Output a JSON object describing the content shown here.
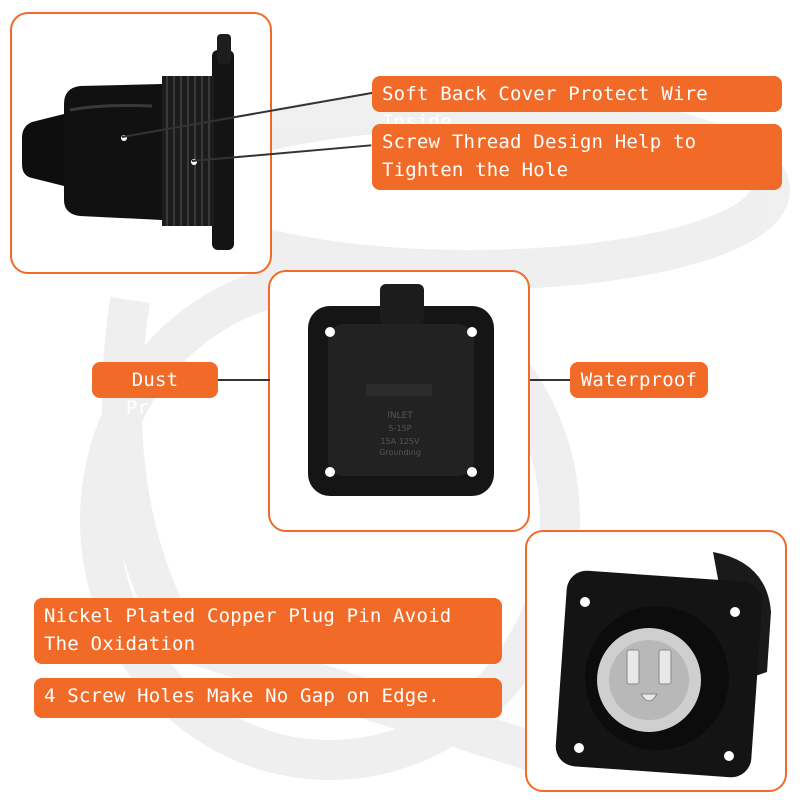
{
  "labels": {
    "back_cover": "Soft Back Cover Protect Wire Inside",
    "screw_thread": "Screw Thread Design Help to Tighten the Hole",
    "dust_proof": "Dust Proof",
    "waterproof": "Waterproof",
    "copper_pin": "Nickel Plated Copper Plug Pin Avoid The Oxidation",
    "screw_holes": "4 Screw Holes Make No Gap on Edge."
  },
  "product_text": {
    "line1": "INLET",
    "line2": "5-15P",
    "line3": "15A 125V",
    "line4": "Grounding"
  },
  "colors": {
    "accent": "#f26a28",
    "product": "#1a1a1a",
    "metal": "#c8c8c8"
  }
}
